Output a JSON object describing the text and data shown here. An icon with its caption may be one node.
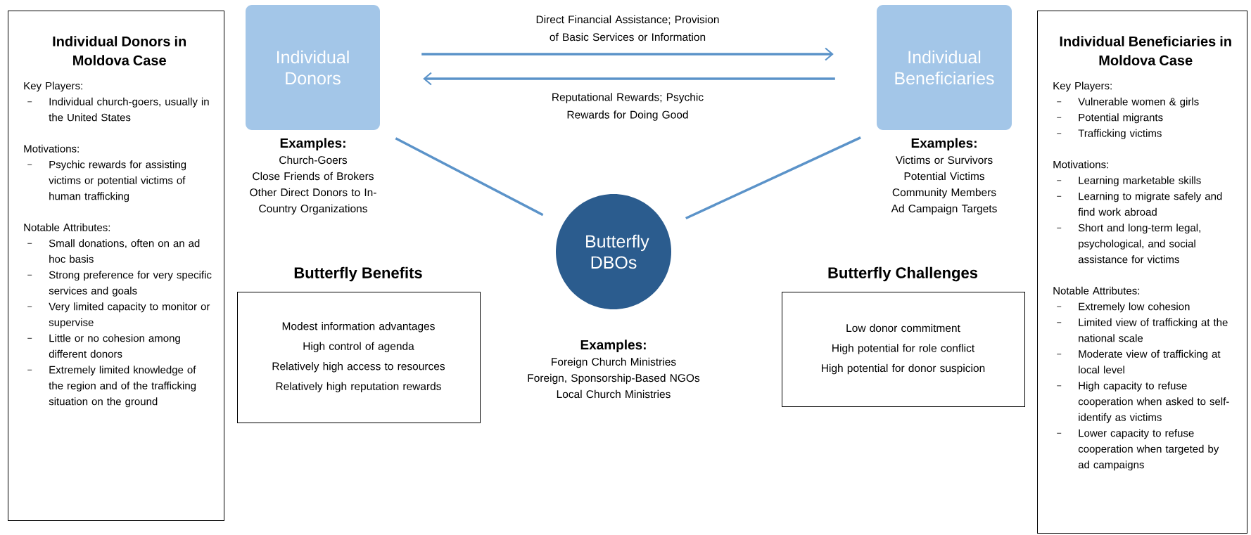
{
  "diagram": {
    "nodes": [
      {
        "text": [
          "Individual Donors in Moldova Case",
          "Key Players:",
          "Individual church-goers, usually in the United States",
          "Motivations:",
          "Psychic rewards for assisting victims or potential victims of human trafficking",
          "Notable Attributes:",
          "Small donations, often on an ad hoc basis",
          "Strong preference for very specific services and goals",
          "Very limited capacity to monitor or supervise",
          "Little or no cohesion among different donors",
          "Extremely limited knowledge of the region and of the trafficking situation on the ground"
        ]
      },
      {
        "text": [
          "Individual Donors"
        ],
        "beside": [
          "Examples:",
          "Church-Goers",
          "Close Friends of Brokers",
          "Other Direct Donors to In-Country Organizations"
        ]
      },
      {
        "text": [
          "Individual Beneficiaries"
        ],
        "beside": [
          "Examples:",
          "Victims or Survivors",
          "Potential Victims",
          "Community Members",
          "Ad Campaign Targets"
        ]
      },
      {
        "text": [
          "Butterfly DBOs"
        ],
        "beside": [
          "Examples:",
          "Foreign Church Ministries",
          "Foreign, Sponsorship-Based NGOs",
          "Local Church Ministries"
        ]
      },
      {
        "text": [
          "Butterfly Benefits",
          "Modest information advantages",
          "High control of agenda",
          "Relatively high access to resources",
          "Relatively high reputation rewards"
        ]
      },
      {
        "text": [
          "Butterfly Challenges",
          "Low donor commitment",
          "High potential for role conflict",
          "High potential for donor suspicion"
        ]
      },
      {
        "text": [
          "Individual Beneficiaries in Moldova Case",
          "Key Players:",
          "Vulnerable women & girls",
          "Potential migrants",
          "Trafficking victims",
          "Motivations:",
          "Learning marketable skills",
          "Learning to migrate safely and find work abroad",
          "Short and long-term legal, psychological, and social assistance for victims",
          "Notable Attributes:",
          "Extremely low cohesion",
          "Limited view of trafficking at the national scale",
          "Moderate view of trafficking at local level",
          "High capacity to refuse cooperation when asked to self-identify as victims",
          "Lower capacity to refuse cooperation when targeted by ad campaigns"
        ]
      }
    ],
    "edges": [
      {
        "from": 1,
        "to": 2,
        "arrow": "to",
        "label": "Direct Financial Assistance; Provision of Basic Services or Information"
      },
      {
        "from": 2,
        "to": 1,
        "arrow": "to",
        "label": "Reputational Rewards; Psychic Rewards for Doing Good"
      },
      {
        "from": 1,
        "to": 3,
        "arrow": "none"
      },
      {
        "from": 2,
        "to": 3,
        "arrow": "none"
      }
    ]
  }
}
